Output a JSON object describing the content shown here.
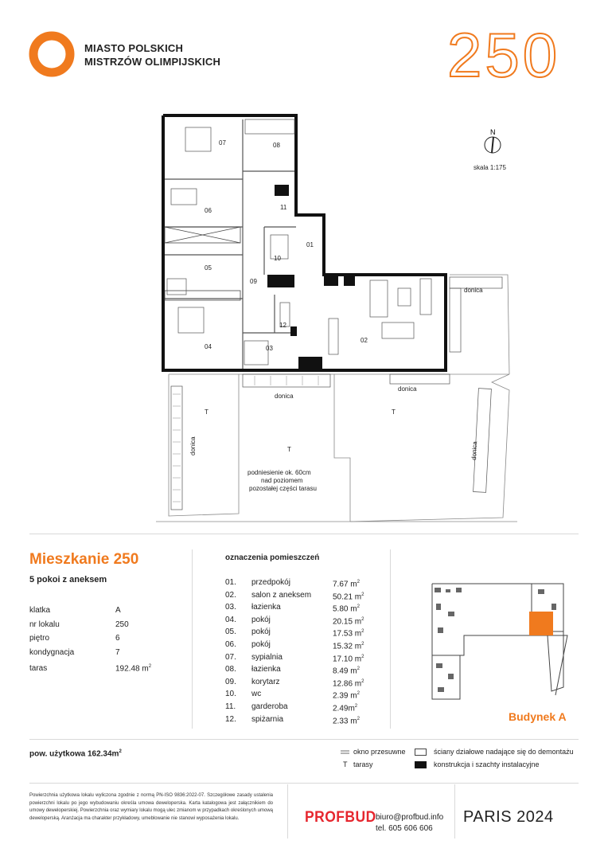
{
  "brand": {
    "line1": "MIASTO POLSKICH",
    "line2": "MISTRZÓW OLIMPIJSKICH"
  },
  "apartment_number_display": "250",
  "north_label": "N",
  "scale": "skala 1:175",
  "plan_labels": {
    "r07": "07",
    "r08": "08",
    "r06": "06",
    "r11": "11",
    "r10": "10",
    "r01": "01",
    "r05": "05",
    "r09": "09",
    "r12": "12",
    "r04": "04",
    "r03": "03",
    "r02": "02",
    "donica": "donica",
    "t": "T",
    "raised_note_1": "podniesienie ok. 60cm",
    "raised_note_2": "nad poziomem",
    "raised_note_3": "pozostałej części tarasu"
  },
  "apartment": {
    "title": "Mieszkanie 250",
    "subtitle": "5 pokoi z aneksem",
    "klatka_label": "klatka",
    "klatka": "A",
    "lokal_label": "nr lokalu",
    "lokal": "250",
    "pietro_label": "piętro",
    "pietro": "6",
    "kondygnacja_label": "kondygnacja",
    "kondygnacja": "7",
    "taras_label": "taras",
    "taras": "192.48 m",
    "sup": "2"
  },
  "rooms": {
    "heading": "oznaczenia pomieszczeń",
    "items": [
      {
        "no": "01.",
        "name": "przedpokój",
        "area": "7.67 m"
      },
      {
        "no": "02.",
        "name": "salon z aneksem",
        "area": "50.21 m"
      },
      {
        "no": "03.",
        "name": "łazienka",
        "area": "5.80 m"
      },
      {
        "no": "04.",
        "name": "pokój",
        "area": "20.15 m"
      },
      {
        "no": "05.",
        "name": "pokój",
        "area": "17.53 m"
      },
      {
        "no": "06.",
        "name": "pokój",
        "area": "15.32 m"
      },
      {
        "no": "07.",
        "name": "sypialnia",
        "area": "17.10 m"
      },
      {
        "no": "08.",
        "name": "łazienka",
        "area": "8.49 m"
      },
      {
        "no": "09.",
        "name": "korytarz",
        "area": "12.86 m"
      },
      {
        "no": "10.",
        "name": "wc",
        "area": "2.39 m"
      },
      {
        "no": "11.",
        "name": "garderoba",
        "area": "2.49m"
      },
      {
        "no": "12.",
        "name": "spiżarnia",
        "area": "2.33 m"
      }
    ]
  },
  "building": "Budynek A",
  "usable_area": "pow. użytkowa 162.34m",
  "legend": {
    "sliding": "okno przesuwne",
    "terraces_symbol": "T",
    "terraces": "tarasy",
    "removable": "ściany działowe nadające się do demontażu",
    "structure": "konstrukcja i szachty instalacyjne"
  },
  "note": "Powierzchnia użytkowa lokalu wyliczona zgodnie z normą PN-ISO 9836:2022-07. Szczegółowe zasady ustalenia powierzchni lokalu po jego wybudowaniu określa umowa deweloperska. Karta katalogowa jest załącznikiem do umowy deweloperskiej. Powierzchnia oraz wymiary lokalu mogą ulec zmianom w przypadkach określonych umową deweloperską. Aranżacja ma charakter przykładowy, umeblowanie nie stanowi wyposażenia lokalu.",
  "company": "PROFBUD",
  "email": "biuro@profbud.info",
  "phone": "tel. 605 606 606",
  "project": "PARIS 2024",
  "colors": {
    "accent": "#f07a1e",
    "profbud": "#e6262e"
  }
}
